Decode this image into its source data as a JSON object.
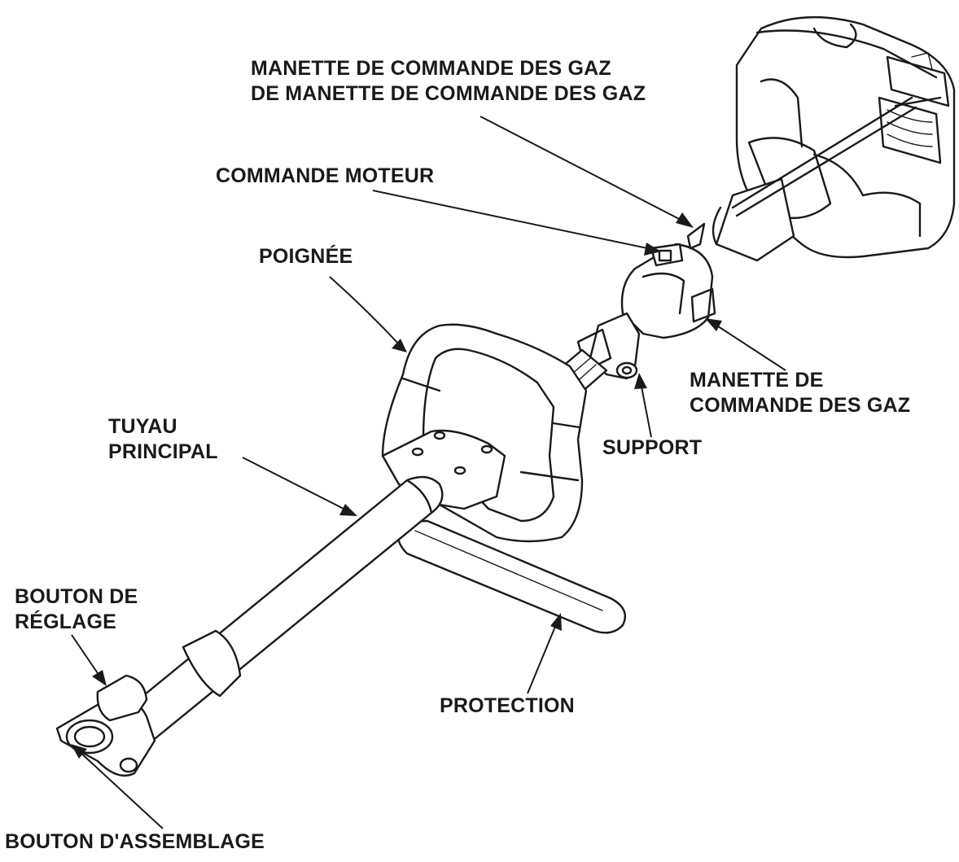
{
  "labels": {
    "throttle_lock": [
      "MANETTE DE COMMANDE DES GAZ",
      "DE MANETTE DE COMMANDE DES GAZ"
    ],
    "engine_switch": "COMMANDE MOTEUR",
    "handle": "POIGNÉE",
    "throttle_lever": [
      "MANETTE DE",
      "COMMANDE DES GAZ"
    ],
    "main_pipe": [
      "TUYAU",
      "PRINCIPAL"
    ],
    "support": "SUPPORT",
    "adjust_knob": [
      "BOUTON DE",
      "RÉGLAGE"
    ],
    "guard": "PROTECTION",
    "joint_knob": "BOUTON D'ASSEMBLAGE"
  }
}
